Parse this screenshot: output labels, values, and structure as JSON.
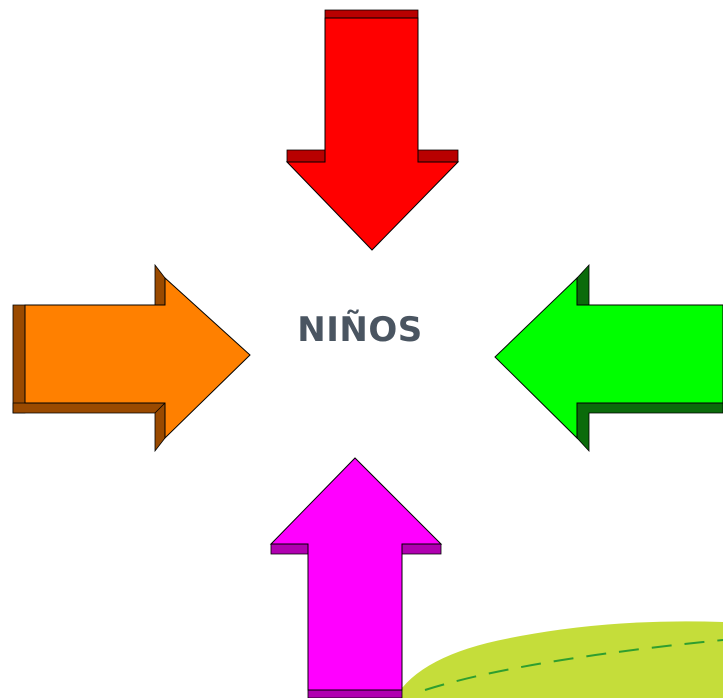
{
  "diagram": {
    "center_label": "NIÑOS",
    "arrows": [
      {
        "name": "arrow-down-red",
        "direction": "down",
        "color": "#ff0000",
        "shade": "#b80000"
      },
      {
        "name": "arrow-right-orange",
        "direction": "right",
        "color": "#ff8000",
        "shade": "#9a4a00"
      },
      {
        "name": "arrow-left-green",
        "direction": "left",
        "color": "#00ff00",
        "shade": "#0b6b0b"
      },
      {
        "name": "arrow-up-magenta",
        "direction": "up",
        "color": "#ff00ff",
        "shade": "#b000b0"
      }
    ],
    "decoration": {
      "hill_color": "#c5dd3a",
      "dash_color": "#2f9e2f"
    }
  }
}
